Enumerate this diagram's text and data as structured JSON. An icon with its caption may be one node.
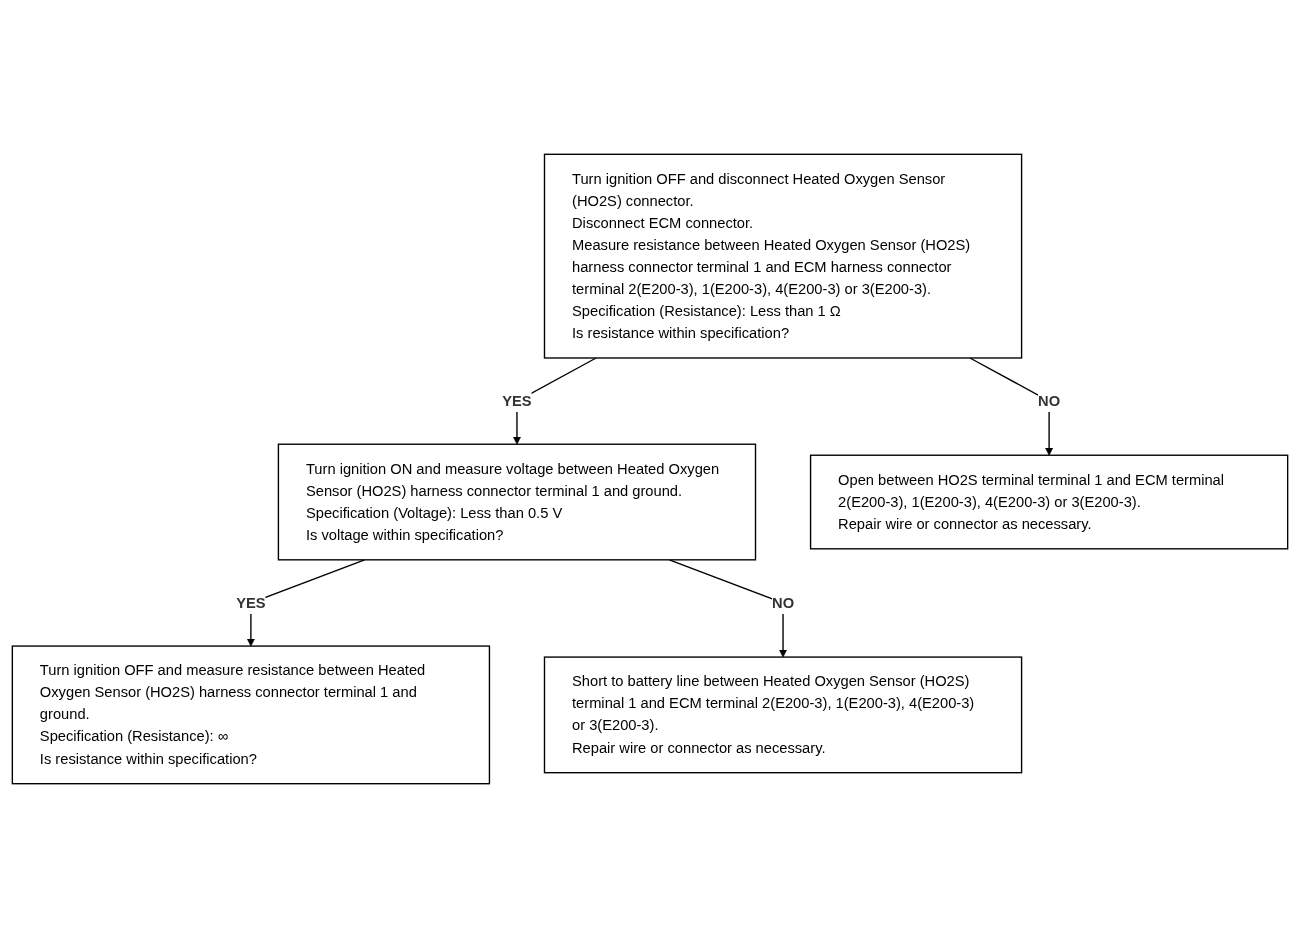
{
  "diagram": {
    "nodes": [
      {
        "text": [
          "Turn ignition OFF and disconnect Heated Oxygen Sensor (HO2S) connector.",
          "Disconnect ECM connector.",
          "Measure resistance between Heated Oxygen Sensor (HO2S) harness connector terminal 1 and ECM harness connector terminal 2(E200-3), 1(E200-3), 4(E200-3) or 3(E200-3).",
          "Specification (Resistance): Less than 1 Ω",
          "Is resistance within specification?"
        ]
      },
      {
        "text": [
          "Turn ignition ON and measure voltage between Heated Oxygen Sensor (HO2S) harness connector terminal 1 and ground.",
          "Specification (Voltage): Less than 0.5 V",
          "Is voltage within specification?"
        ]
      },
      {
        "text": [
          "Open between HO2S terminal terminal 1 and ECM terminal 2(E200-3), 1(E200-3), 4(E200-3) or 3(E200-3).",
          "Repair wire or connector as necessary."
        ]
      },
      {
        "text": [
          "Turn ignition OFF and measure resistance between Heated Oxygen Sensor (HO2S) harness connector terminal 1 and ground.",
          "Specification (Resistance): ∞",
          "Is resistance within specification?"
        ]
      },
      {
        "text": [
          "Short to battery line between Heated Oxygen Sensor (HO2S) terminal 1 and ECM terminal 2(E200-3), 1(E200-3), 4(E200-3) or 3(E200-3).",
          "Repair wire or connector as necessary."
        ]
      }
    ],
    "edges": [
      {
        "from": 0,
        "to": 1,
        "arrow": "to",
        "label": "YES"
      },
      {
        "from": 0,
        "to": 2,
        "arrow": "to",
        "label": "NO"
      },
      {
        "from": 1,
        "to": 3,
        "arrow": "to",
        "label": "YES"
      },
      {
        "from": 1,
        "to": 4,
        "arrow": "to",
        "label": "NO"
      }
    ]
  }
}
